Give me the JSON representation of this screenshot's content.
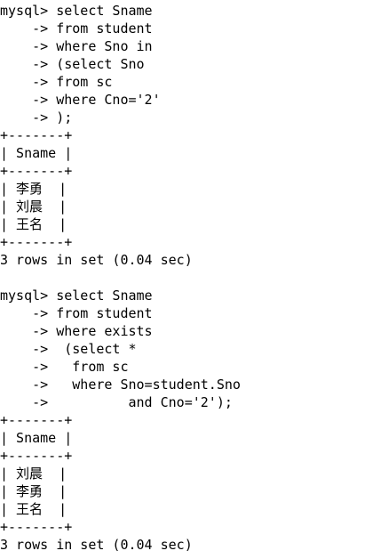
{
  "terminal": {
    "lines": [
      "mysql> select Sname",
      "    -> from student",
      "    -> where Sno in",
      "    -> (select Sno",
      "    -> from sc",
      "    -> where Cno='2'",
      "    -> );",
      "+-------+",
      "| Sname |",
      "+-------+",
      "| 李勇  |",
      "| 刘晨  |",
      "| 王名  |",
      "+-------+",
      "3 rows in set (0.04 sec)",
      "",
      "mysql> select Sname",
      "    -> from student",
      "    -> where exists",
      "    ->  (select *",
      "    ->   from sc",
      "    ->   where Sno=student.Sno",
      "    ->          and Cno='2');",
      "+-------+",
      "| Sname |",
      "+-------+",
      "| 刘晨  |",
      "| 李勇  |",
      "| 王名  |",
      "+-------+",
      "3 rows in set (0.04 sec)"
    ]
  }
}
